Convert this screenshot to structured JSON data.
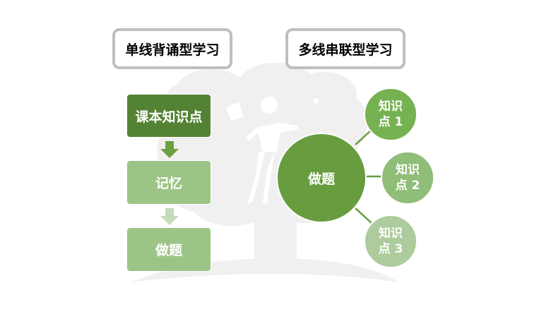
{
  "left_panel": {
    "title": "单线背诵型学习",
    "steps": [
      {
        "label": "课本知识点",
        "color": "#548235"
      },
      {
        "label": "记忆",
        "color": "#9dc487"
      },
      {
        "label": "做题",
        "color": "#9dc487"
      }
    ],
    "arrow_colors": [
      "#6aa03f",
      "#c5dcb8"
    ]
  },
  "right_panel": {
    "title": "多线串联型学习",
    "center": {
      "label": "做题",
      "color": "#679d3f"
    },
    "nodes": [
      {
        "line1": "知识",
        "line2": "点 1",
        "color": "#76b152"
      },
      {
        "line1": "知识",
        "line2": "点 2",
        "color": "#90bd77"
      },
      {
        "line1": "知识",
        "line2": "点 3",
        "color": "#adcb9c"
      }
    ],
    "connector_color": "#679d3f"
  }
}
